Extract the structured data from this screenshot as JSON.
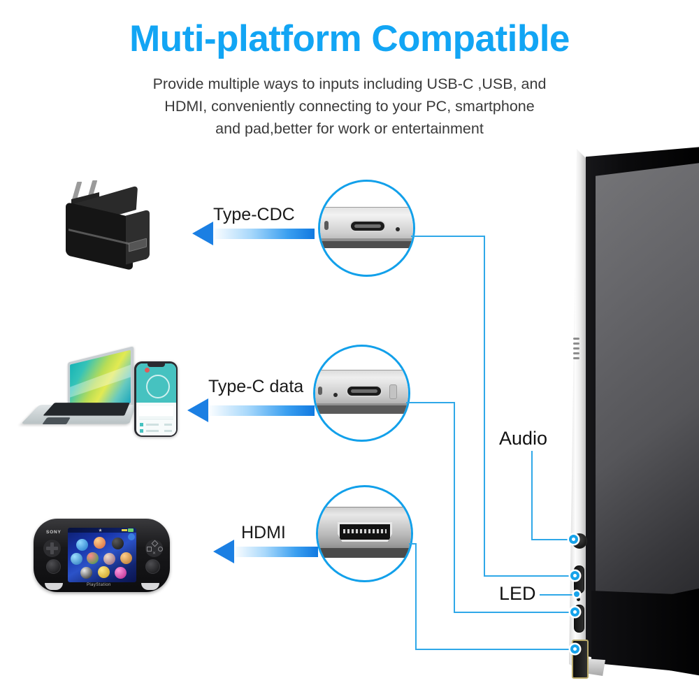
{
  "header": {
    "title": "Muti-platform Compatible",
    "title_color": "#12a5f4",
    "subtitle_lines": [
      "Provide multiple ways to inputs including USB-C ,USB, and",
      "HDMI, conveniently connecting to your PC, smartphone",
      "and pad,better for work or entertainment"
    ]
  },
  "accent": {
    "line_blue": "#2fa8e8",
    "arrow_blue": "#1b7fe3",
    "circle_blue": "#12a0ea"
  },
  "connections": [
    {
      "id": "type-cdc",
      "label": "Type-CDC",
      "device": "usb-power-adapter",
      "port_type": "usb-c",
      "callout_icon": "usb-c-port-icon"
    },
    {
      "id": "type-c-data",
      "label": "Type-C data",
      "device": "laptop-and-smartphone",
      "port_type": "usb-c",
      "callout_icon": "usb-c-port-icon"
    },
    {
      "id": "hdmi",
      "label": "HDMI",
      "device": "handheld-game-console",
      "port_type": "hdmi",
      "callout_icon": "hdmi-port-icon"
    }
  ],
  "monitor": {
    "name": "portable-monitor",
    "port_labels": [
      {
        "id": "audio",
        "label": "Audio"
      },
      {
        "id": "led",
        "label": "LED"
      }
    ],
    "ports": [
      {
        "id": "audio-jack",
        "shape": "round"
      },
      {
        "id": "usb-c-1",
        "shape": "oval"
      },
      {
        "id": "led-indicator",
        "shape": "dot"
      },
      {
        "id": "usb-c-2",
        "shape": "oval"
      },
      {
        "id": "hdmi-port",
        "shape": "rect"
      }
    ]
  },
  "devices": {
    "adapter": {
      "name": "usb-power-adapter",
      "color": "#141414"
    },
    "laptop": {
      "name": "laptop-computer",
      "screen_colors": [
        "#1fb6c4",
        "#d8e84a"
      ]
    },
    "phone": {
      "name": "smartphone",
      "app_accent": "#3fc0c0"
    },
    "console": {
      "name": "sony-playstation-vita",
      "brand": "SONY",
      "footer": "PlayStation"
    }
  }
}
